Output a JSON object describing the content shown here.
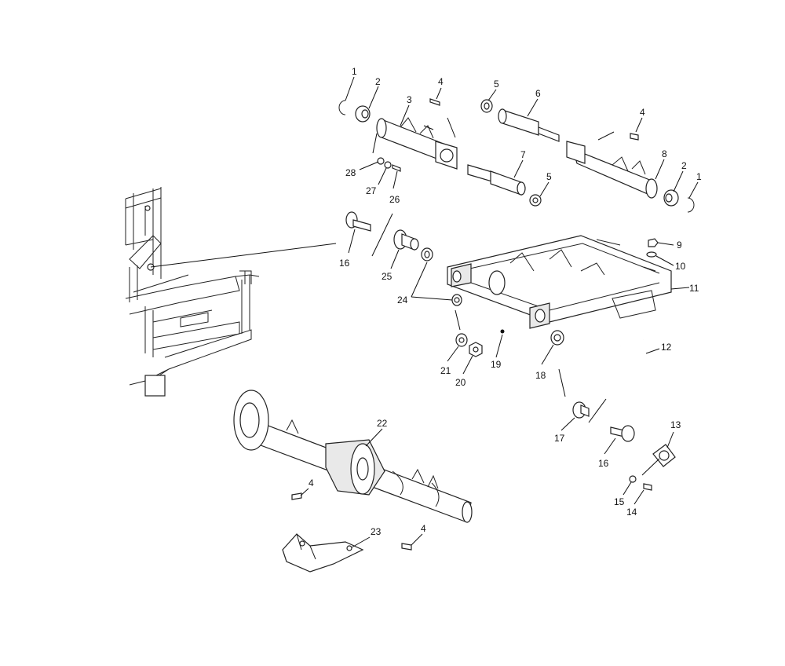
{
  "diagram": {
    "callouts": [
      {
        "id": "c1a",
        "label": "1"
      },
      {
        "id": "c2a",
        "label": "2"
      },
      {
        "id": "c3",
        "label": "3"
      },
      {
        "id": "c4a",
        "label": "4"
      },
      {
        "id": "c5a",
        "label": "5"
      },
      {
        "id": "c6",
        "label": "6"
      },
      {
        "id": "c4b",
        "label": "4"
      },
      {
        "id": "c8",
        "label": "8"
      },
      {
        "id": "c2b",
        "label": "2"
      },
      {
        "id": "c1b",
        "label": "1"
      },
      {
        "id": "c7",
        "label": "7"
      },
      {
        "id": "c5b",
        "label": "5"
      },
      {
        "id": "c28",
        "label": "28"
      },
      {
        "id": "c27",
        "label": "27"
      },
      {
        "id": "c26",
        "label": "26"
      },
      {
        "id": "c16a",
        "label": "16"
      },
      {
        "id": "c25",
        "label": "25"
      },
      {
        "id": "c24",
        "label": "24"
      },
      {
        "id": "c9",
        "label": "9"
      },
      {
        "id": "c10",
        "label": "10"
      },
      {
        "id": "c11",
        "label": "11"
      },
      {
        "id": "c12",
        "label": "12"
      },
      {
        "id": "c21",
        "label": "21"
      },
      {
        "id": "c20",
        "label": "20"
      },
      {
        "id": "c19",
        "label": "19"
      },
      {
        "id": "c18",
        "label": "18"
      },
      {
        "id": "c17",
        "label": "17"
      },
      {
        "id": "c16b",
        "label": "16"
      },
      {
        "id": "c13",
        "label": "13"
      },
      {
        "id": "c15",
        "label": "15"
      },
      {
        "id": "c14",
        "label": "14"
      },
      {
        "id": "c22",
        "label": "22"
      },
      {
        "id": "c4c",
        "label": "4"
      },
      {
        "id": "c23",
        "label": "23"
      },
      {
        "id": "c4d",
        "label": "4"
      }
    ]
  }
}
